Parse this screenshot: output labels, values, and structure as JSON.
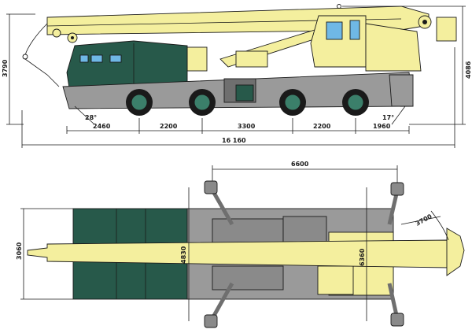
{
  "colors": {
    "boom": "#f4ef9e",
    "cab": "#27594a",
    "chassis": "#9a9a9a",
    "chassis_dark": "#6f6f6f",
    "wheel": "#1a1a1a",
    "hub": "#3b7f6a",
    "outline": "#1a1a1a",
    "window": "#6fb8e6"
  },
  "side_view": {
    "overall_height": "3790",
    "boom_height": "4086",
    "approach_angle": "28°",
    "departure_angle": "17°",
    "segments": [
      "2460",
      "2200",
      "3300",
      "2200",
      "1960"
    ],
    "overall_length": "16 160"
  },
  "top_view": {
    "outrigger_span": "6600",
    "width": "3060",
    "front_outrigger": "4830",
    "rear_outrigger": "6360",
    "rear_radius": "3700"
  }
}
